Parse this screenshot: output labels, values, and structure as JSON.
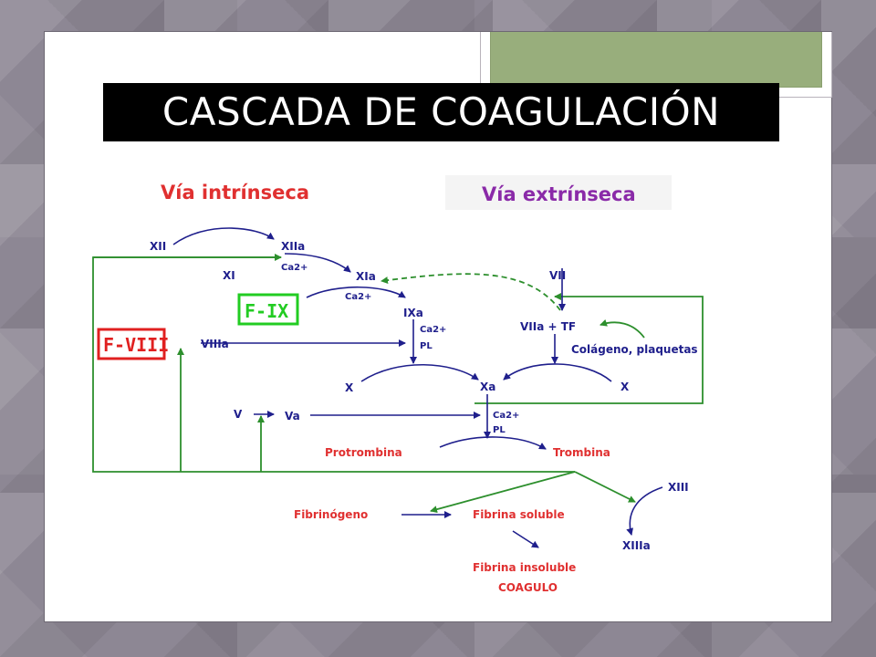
{
  "slide": {
    "title": "CASCADA DE COAGULACIÓN"
  },
  "diagram": {
    "intrinsic_label": "Vía intrínseca",
    "extrinsic_label": "Vía extrínseca",
    "factors": {
      "XII": "XII",
      "XIIa": "XIIa",
      "XI": "XI",
      "XIa": "XIa",
      "FIX": "F-IX",
      "IXa": "IXa",
      "FVIII": "F-VIII",
      "VIIIa": "VIIIa",
      "VII": "VII",
      "VIIaTF": "VIIa + TF",
      "colageno": "Colágeno, plaquetas",
      "X_left": "X",
      "Xa": "Xa",
      "X_right": "X",
      "V": "V",
      "Va": "Va",
      "protrombina": "Protrombina",
      "trombina": "Trombina",
      "fibrinogeno": "Fibrinógeno",
      "fibrina_soluble": "Fibrina soluble",
      "XIII": "XIII",
      "XIIIa": "XIIIa",
      "fibrina_insoluble": "Fibrina insoluble",
      "coagulo": "COAGULO"
    },
    "cofactors": {
      "ca_xi": "Ca2+",
      "ca_ix": "Ca2+",
      "ca_viii": "Ca2+",
      "pl_viii": "PL",
      "ca_va": "Ca2+",
      "pl_va": "PL"
    },
    "colors": {
      "label_red": "#e03030",
      "label_purple": "#8a2aa8",
      "factor_blue": "#1f1f8c",
      "arrow_green": "#2d8f2d",
      "fix_box_green": "#22cc22",
      "fviii_box_red": "#e02020"
    }
  }
}
